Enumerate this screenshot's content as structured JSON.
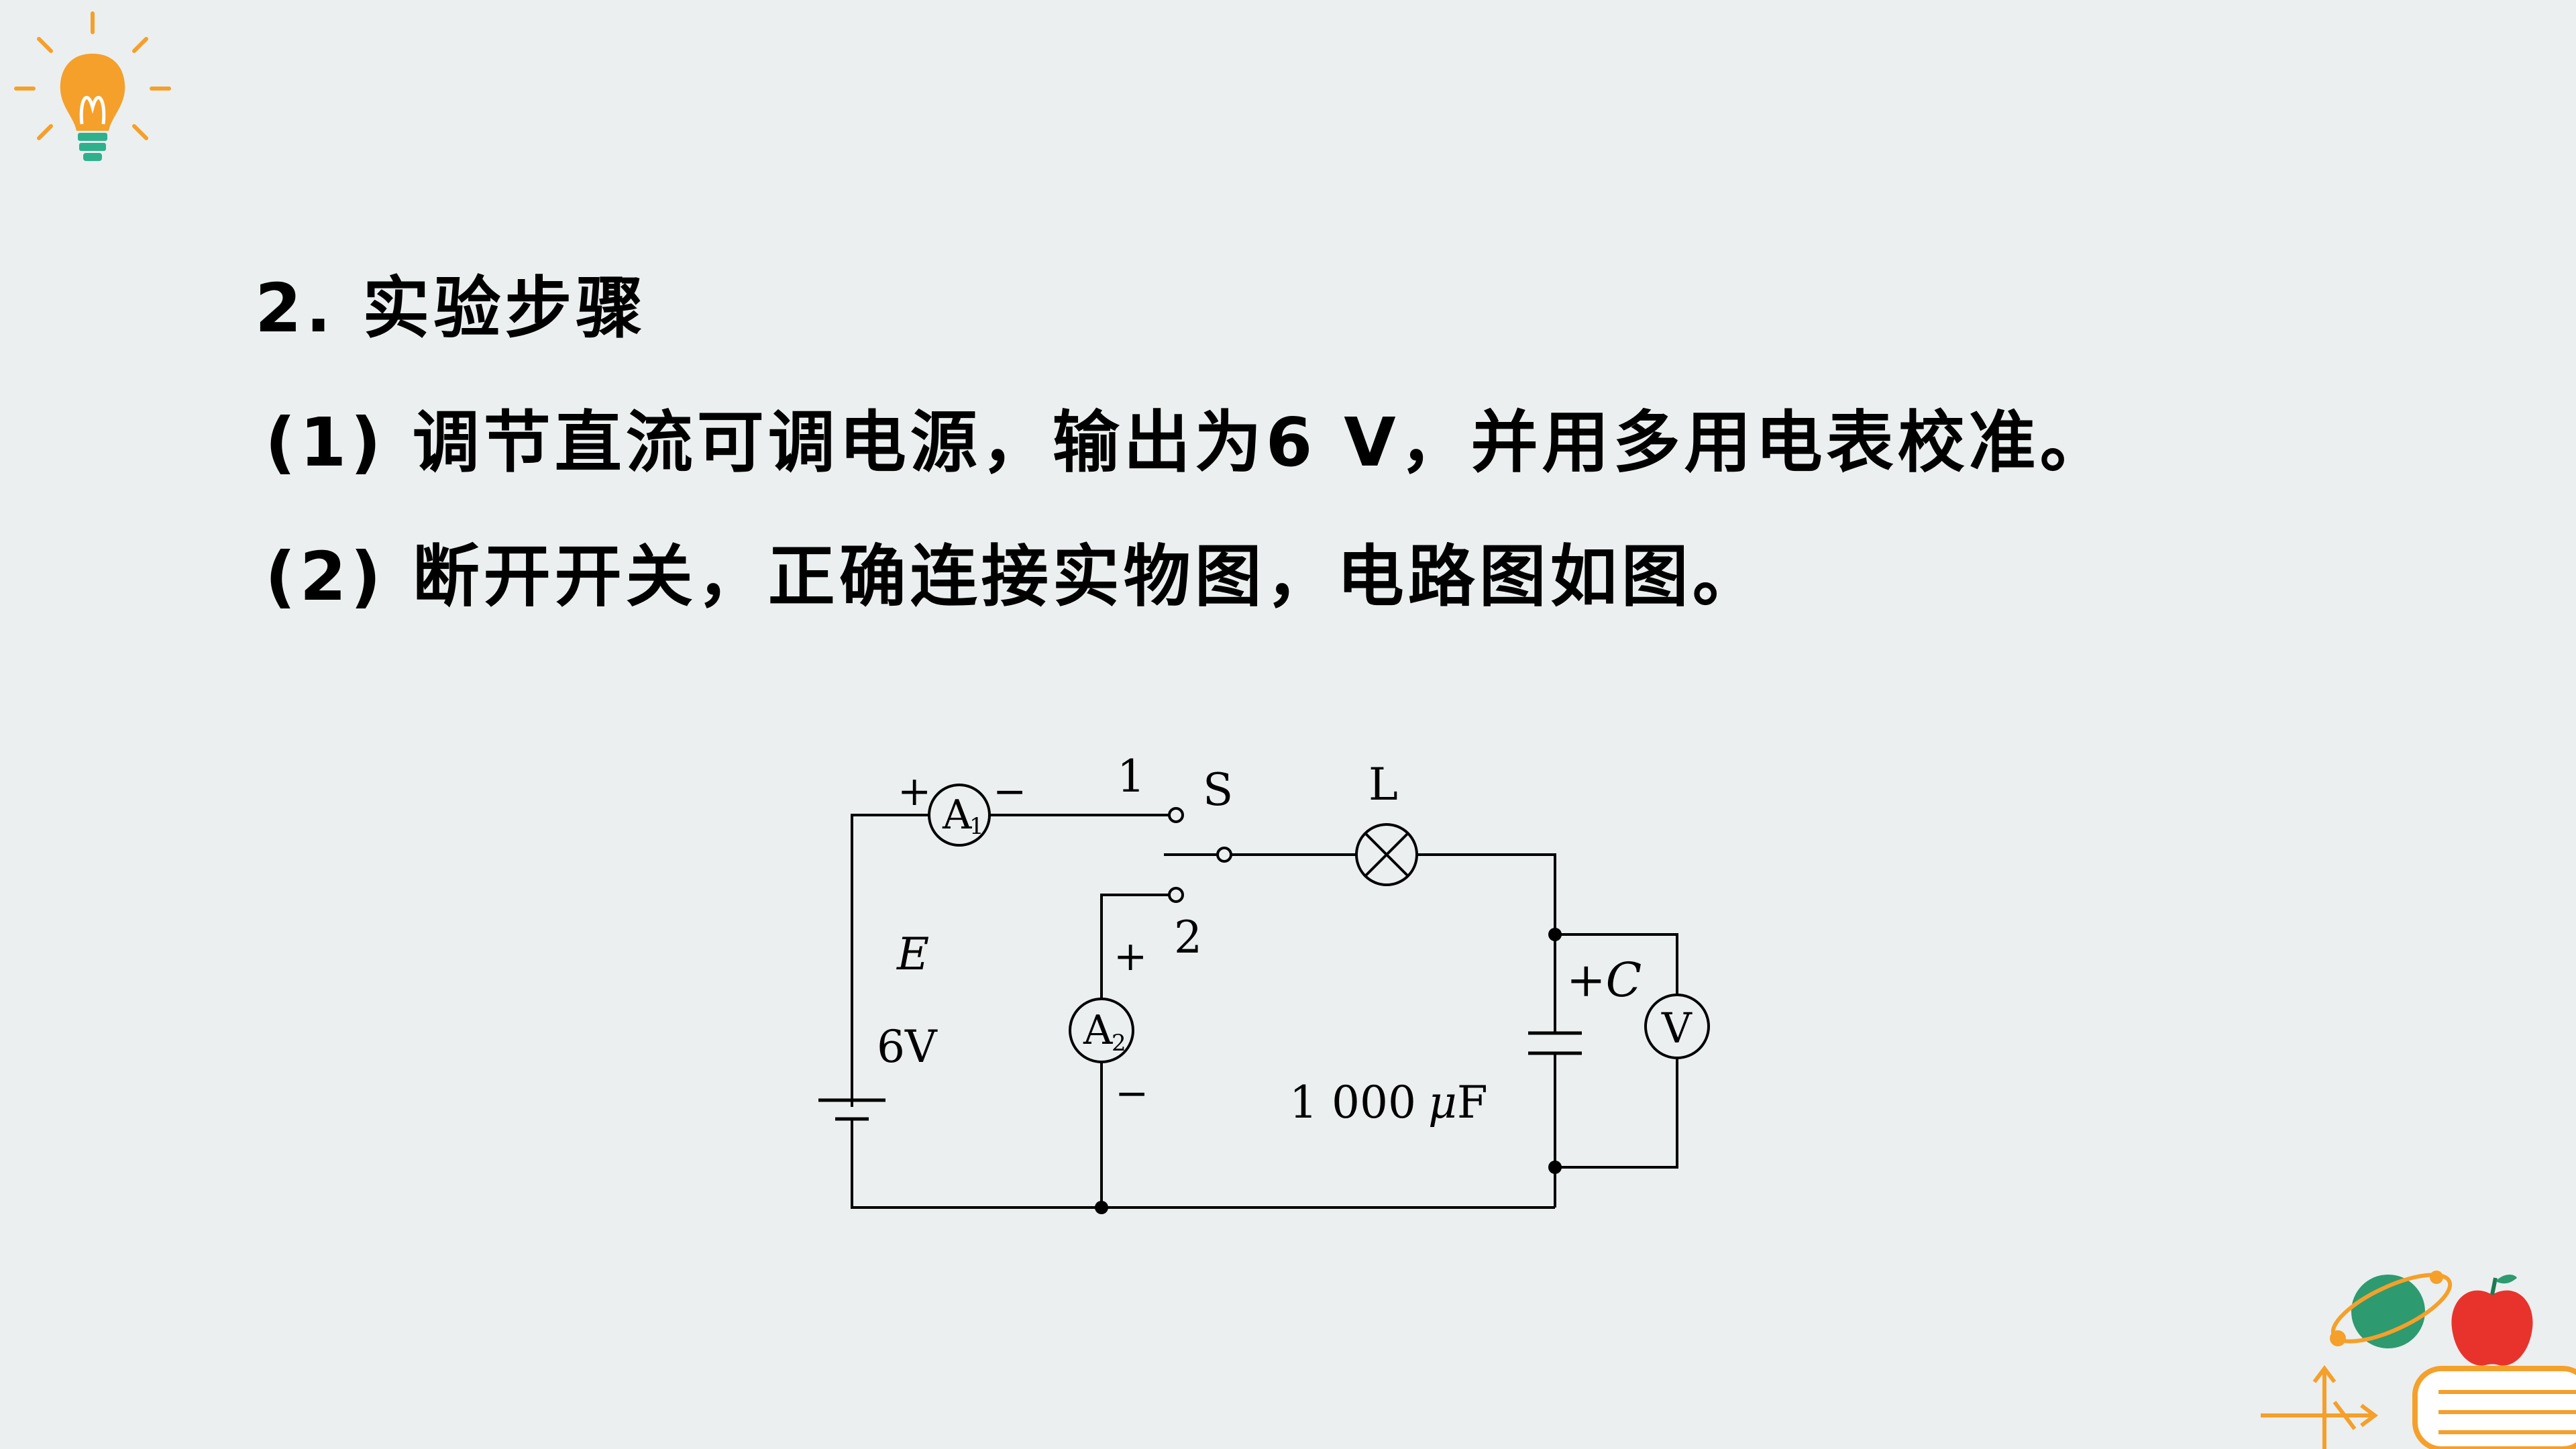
{
  "heading": "2. 实验步骤",
  "steps": [
    "(1) 调节直流可调电源，输出为6 V，并用多用电表校准。",
    "(2) 断开开关，正确连接实物图，电路图如图。"
  ],
  "circuit": {
    "ammeter1_letter": "A",
    "ammeter1_sub": "1",
    "ammeter2_letter": "A",
    "ammeter2_sub": "2",
    "plus": "+",
    "minus": "−",
    "contact1": "1",
    "contact2": "2",
    "switch_label": "S",
    "lamp_label": "L",
    "emf_label": "E",
    "emf_value": "6V",
    "capacitor_label": "+C",
    "capacitance_number": "1 000",
    "capacitance_unit_mu": "μ",
    "capacitance_unit_f": "F",
    "voltmeter_label": "V"
  },
  "colors": {
    "background": "#ebeff0",
    "bulb": "#f5a02a",
    "bulb_base": "#2fb08c",
    "planet": "#2e9a70",
    "apple": "#e8332c",
    "book": "#f5a02a"
  },
  "icons": [
    "lightbulb-icon",
    "planet-icon",
    "apple-icon",
    "book-icon",
    "compass-icon"
  ]
}
